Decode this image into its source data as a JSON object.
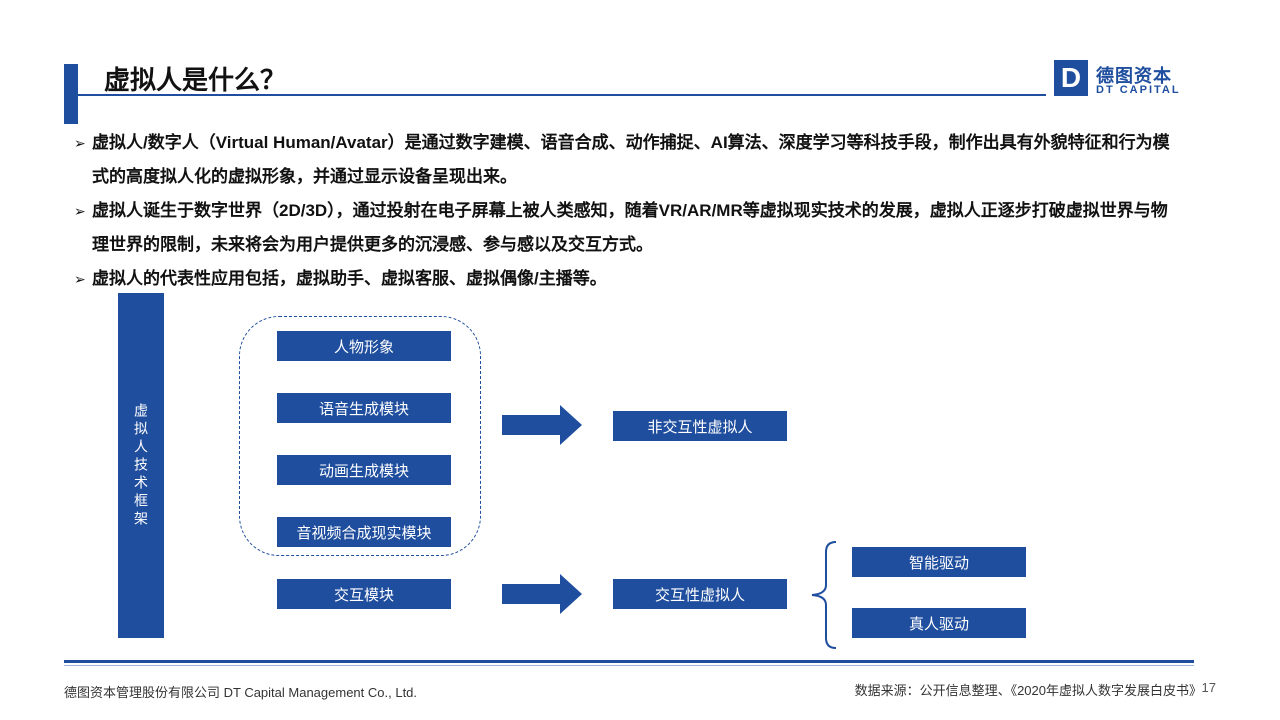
{
  "header": {
    "title": "虚拟人是什么？",
    "logo_letter": "D",
    "logo_cn": "德图资本",
    "logo_en": "DT CAPITAL"
  },
  "bullets": [
    "虚拟人/数字人（Virtual Human/Avatar）是通过数字建模、语音合成、动作捕捉、AI算法、深度学习等科技手段，制作出具有外貌特征和行为模式的高度拟人化的虚拟形象，并通过显示设备呈现出来。",
    "虚拟人诞生于数字世界（2D/3D），通过投射在电子屏幕上被人类感知，随着VR/AR/MR等虚拟现实技术的发展，虚拟人正逐步打破虚拟世界与物理世界的限制，未来将会为用户提供更多的沉浸感、参与感以及交互方式。",
    "虚拟人的代表性应用包括，虚拟助手、虚拟客服、虚拟偶像/主播等。"
  ],
  "bullet_marker": "➢",
  "diagram": {
    "sidebar_label": "虚拟人技术框架",
    "modules": [
      "人物形象",
      "语音生成模块",
      "动画生成模块",
      "音视频合成现实模块"
    ],
    "interaction_module": "交互模块",
    "output_non_interactive": "非交互性虚拟人",
    "output_interactive": "交互性虚拟人",
    "drivers": [
      "智能驱动",
      "真人驱动"
    ]
  },
  "footer": {
    "company": "德图资本管理股份有限公司  DT Capital Management  Co., Ltd.",
    "source": "数据来源：公开信息整理、《2020年虚拟人数字发展白皮书》",
    "page": "17"
  },
  "colors": {
    "accent": "#1f4e9e"
  }
}
